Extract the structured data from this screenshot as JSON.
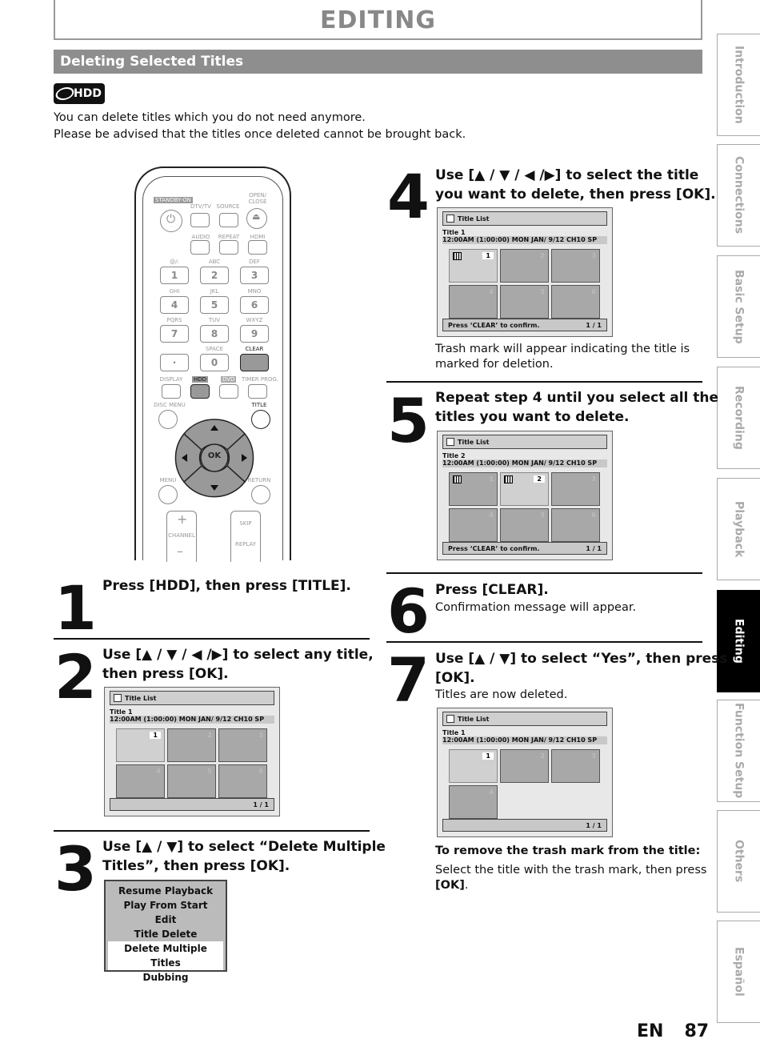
{
  "header": {
    "title": "EDITING"
  },
  "section": {
    "title": "Deleting Selected Titles"
  },
  "hdd_badge": "HDD",
  "intro": {
    "line1": "You can delete titles which you do not need anymore.",
    "line2": "Please be advised that the titles once deleted cannot be brought back."
  },
  "tabs": [
    {
      "label": "Introduction",
      "active": false
    },
    {
      "label": "Connections",
      "active": false
    },
    {
      "label": "Basic Setup",
      "active": false
    },
    {
      "label": "Recording",
      "active": false
    },
    {
      "label": "Playback",
      "active": false
    },
    {
      "label": "Editing",
      "active": true
    },
    {
      "label": "Function Setup",
      "active": false
    },
    {
      "label": "Others",
      "active": false
    },
    {
      "label": "Español",
      "active": false
    }
  ],
  "remote": {
    "standby": "STANDBY-ON",
    "dtv_tv": "DTV/TV",
    "source": "SOURCE",
    "open_close": "OPEN/ CLOSE",
    "audio": "AUDIO",
    "repeat": "REPEAT",
    "hdmi": "HDMI",
    "keys": [
      {
        "top": "@/:",
        "num": "1"
      },
      {
        "top": "ABC",
        "num": "2"
      },
      {
        "top": "DEF",
        "num": "3"
      },
      {
        "top": "GHI",
        "num": "4"
      },
      {
        "top": "JKL",
        "num": "5"
      },
      {
        "top": "MNO",
        "num": "6"
      },
      {
        "top": "PQRS",
        "num": "7"
      },
      {
        "top": "TUV",
        "num": "8"
      },
      {
        "top": "WXYZ",
        "num": "9"
      }
    ],
    "dot": "·",
    "space": "SPACE",
    "zero": "0",
    "clear": "CLEAR",
    "display": "DISPLAY",
    "hdd": "HDD",
    "dvd": "DVD",
    "timer_prog": "TIMER PROG.",
    "disc_menu": "DISC MENU",
    "title": "TITLE",
    "ok": "OK",
    "menu": "MENU",
    "return": "RETURN",
    "channel": "CHANNEL",
    "skip": "SKIP",
    "replay": "REPLAY"
  },
  "steps": {
    "s1": {
      "num": "1",
      "title": "Press [HDD], then press [TITLE]."
    },
    "s2": {
      "num": "2",
      "title_l1": "Use [▲ / ▼ / ◀ /▶] to select any title,",
      "title_l2": "then press [OK]."
    },
    "s3": {
      "num": "3",
      "title_l1": "Use [▲ / ▼] to select “Delete Multiple",
      "title_l2": "Titles”, then press [OK]."
    },
    "s4": {
      "num": "4",
      "title_l1": "Use [▲ / ▼ / ◀ /▶] to select the title",
      "title_l2": "you want to delete, then press [OK].",
      "text_l1": "Trash mark will appear indicating the title is",
      "text_l2": "marked for deletion."
    },
    "s5": {
      "num": "5",
      "title_l1": "Repeat step 4 until you select all the",
      "title_l2": "titles you want to delete."
    },
    "s6": {
      "num": "6",
      "title": "Press [CLEAR].",
      "text": "Confirmation message will appear."
    },
    "s7": {
      "num": "7",
      "title_l1": "Use [▲ / ▼] to select “Yes”, then press",
      "title_l2": "[OK].",
      "text": "Titles are now deleted."
    }
  },
  "screens": {
    "list_label": "Title List",
    "info": "12:00AM (1:00:00)  MON JAN/  9/12   CH10   SP",
    "page": "1 / 1",
    "confirm": "Press ‘CLEAR’ to confirm.",
    "title1": "Title 1",
    "title2": "Title 2",
    "cells": [
      "1",
      "2",
      "3",
      "4",
      "5",
      "6"
    ]
  },
  "menu": {
    "items": [
      "Resume Playback",
      "Play From Start",
      "Edit",
      "Title Delete",
      "Delete Multiple Titles",
      "Dubbing"
    ],
    "highlighted_index": 4
  },
  "trash_note": {
    "heading": "To remove the trash mark from the title:",
    "text_l1": "Select the title with the trash mark, then press",
    "text_l2_bold": "[OK]",
    "text_l2_end": "."
  },
  "footer": {
    "lang": "EN",
    "page": "87"
  }
}
